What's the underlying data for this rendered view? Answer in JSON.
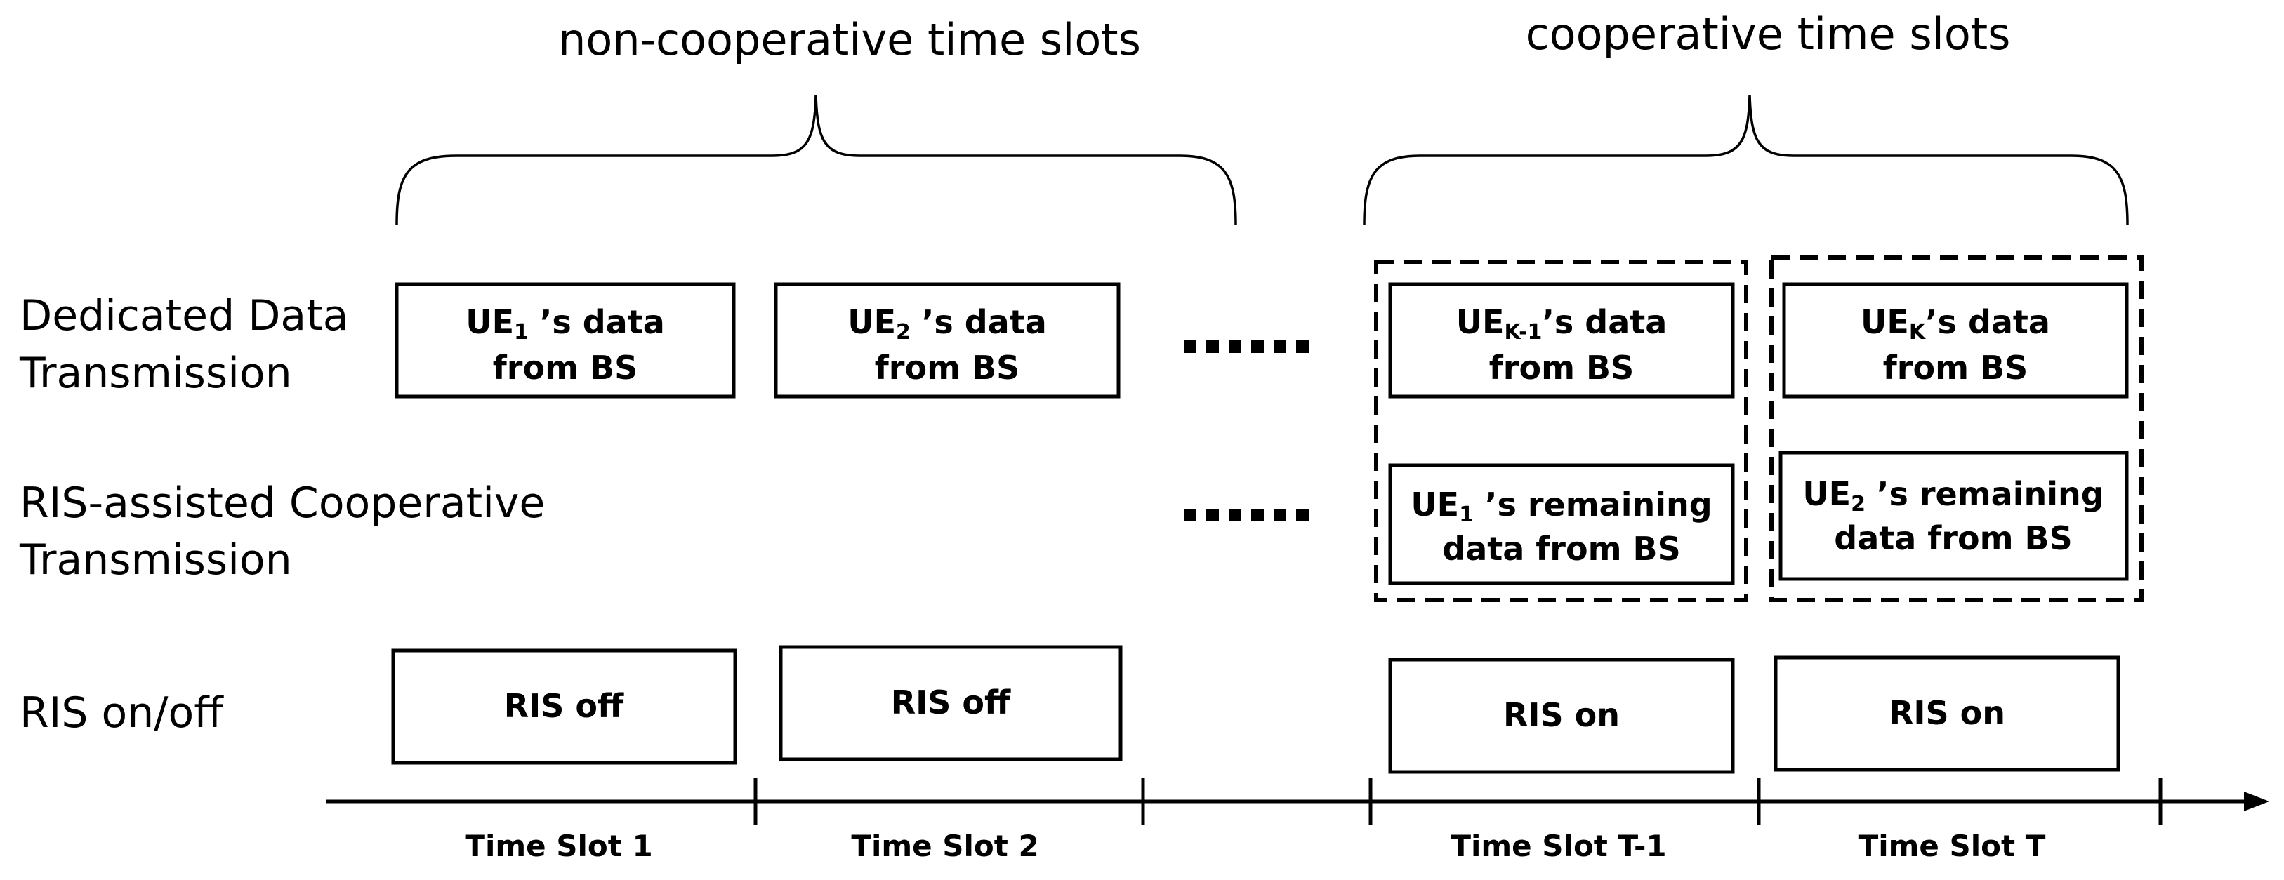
{
  "groups": {
    "non_cooperative": "non-cooperative time slots",
    "cooperative": "cooperative time slots"
  },
  "rows": {
    "dedicated_line1": "Dedicated Data",
    "dedicated_line2": "Transmission",
    "ris_assisted_line1": "RIS-assisted Cooperative",
    "ris_assisted_line2": "Transmission",
    "ris_onoff": "RIS on/off"
  },
  "boxes": {
    "slot1_dedicated": {
      "ue": "UE",
      "sub": "1",
      "rest1": " ’s data",
      "line2": "from BS"
    },
    "slot2_dedicated": {
      "ue": "UE",
      "sub": "2",
      "rest1": " ’s data",
      "line2": "from BS"
    },
    "slotT1_dedicated": {
      "ue": "UE",
      "sub": "K-1",
      "rest1": "’s data",
      "line2": "from BS"
    },
    "slotT_dedicated": {
      "ue": "UE",
      "sub": "K",
      "rest1": "’s data",
      "line2": "from BS"
    },
    "slotT1_coop": {
      "ue": "UE",
      "sub": "1",
      "rest1": " ’s remaining",
      "line2": "data from BS"
    },
    "slotT_coop": {
      "ue": "UE",
      "sub": "2",
      "rest1": " ’s remaining",
      "line2": "data from BS"
    },
    "slot1_ris": "RIS off",
    "slot2_ris": "RIS off",
    "slotT1_ris": "RIS on",
    "slotT_ris": "RIS on"
  },
  "ellipsis": "......",
  "slots": [
    "Time Slot 1",
    "Time Slot 2",
    "Time Slot T-1",
    "Time Slot T"
  ]
}
